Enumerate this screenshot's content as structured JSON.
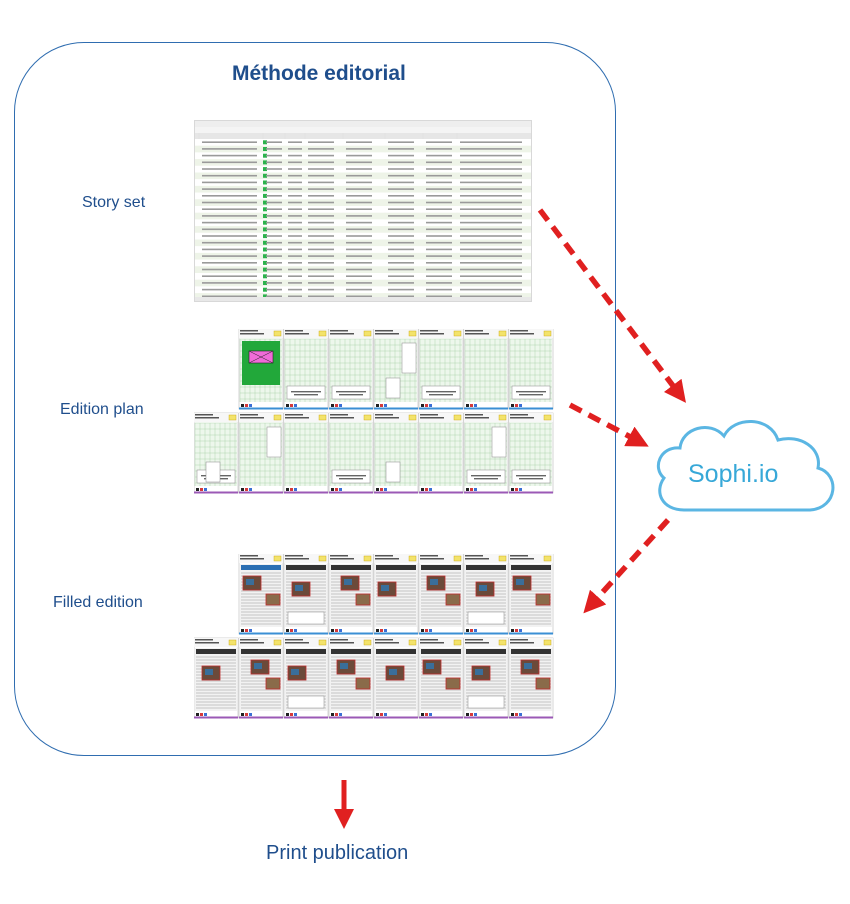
{
  "diagram": {
    "title": "Méthode editorial",
    "stages": [
      {
        "label": "Story set"
      },
      {
        "label": "Edition plan"
      },
      {
        "label": "Filled edition"
      }
    ],
    "cloud_label": "Sophi.io",
    "output_label": "Print publication"
  },
  "colors": {
    "frame": "#2f6db0",
    "text": "#1f4e8c",
    "arrow": "#e02020",
    "cloud": "#5bb6e3",
    "grid": "#9cc99a",
    "page_header": "#f3e36b",
    "purple_band": "#9b59b6"
  }
}
